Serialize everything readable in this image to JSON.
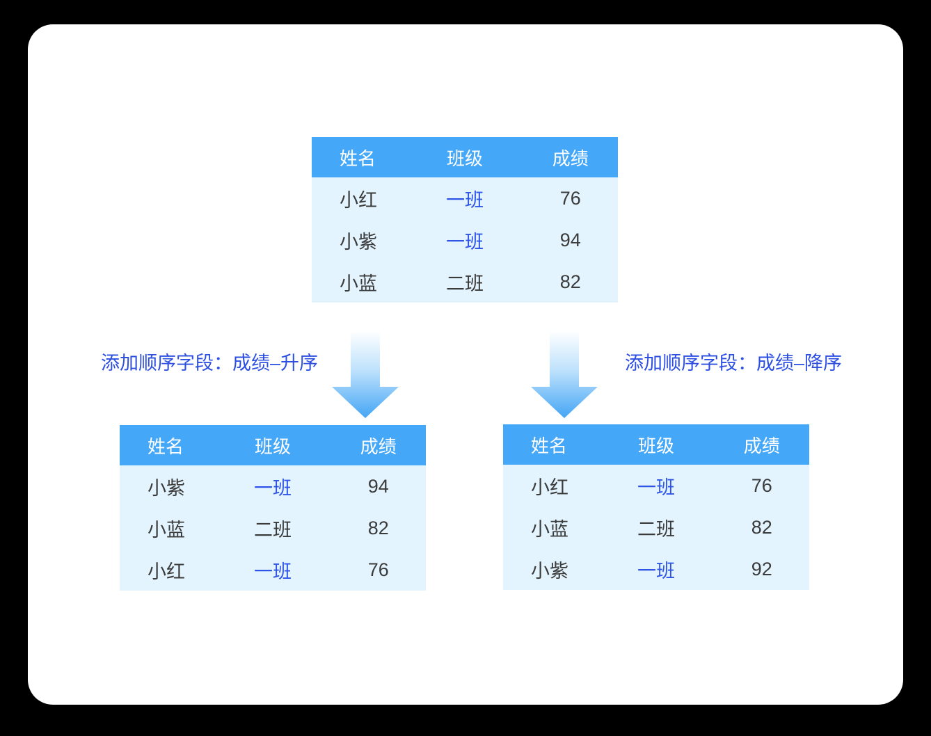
{
  "colors": {
    "page_bg": "#000000",
    "card_bg": "#ffffff",
    "header_bg": "#45a7f8",
    "body_bg": "#e3f4fe",
    "header_text": "#ffffff",
    "body_text": "#3b3b3b",
    "link_blue": "#2f55e8",
    "label_blue": "#2c4fe2",
    "arrow_gradient_top": "#ffffff",
    "arrow_gradient_mid": "#bfe2fc",
    "arrow_gradient_bottom": "#44a5f5"
  },
  "labels": {
    "ascending": "添加顺序字段：成绩–升序",
    "descending": "添加顺序字段：成绩–降序"
  },
  "tables": {
    "original": {
      "headers": [
        "姓名",
        "班级",
        "成绩"
      ],
      "rows": [
        {
          "cells": [
            {
              "text": "小红",
              "highlight": false
            },
            {
              "text": "一班",
              "highlight": true
            },
            {
              "text": "76",
              "highlight": false
            }
          ]
        },
        {
          "cells": [
            {
              "text": "小紫",
              "highlight": false
            },
            {
              "text": "一班",
              "highlight": true
            },
            {
              "text": "94",
              "highlight": false
            }
          ]
        },
        {
          "cells": [
            {
              "text": "小蓝",
              "highlight": false
            },
            {
              "text": "二班",
              "highlight": false
            },
            {
              "text": "82",
              "highlight": false
            }
          ]
        }
      ]
    },
    "ascending": {
      "headers": [
        "姓名",
        "班级",
        "成绩"
      ],
      "rows": [
        {
          "cells": [
            {
              "text": "小紫",
              "highlight": false
            },
            {
              "text": "一班",
              "highlight": true
            },
            {
              "text": "94",
              "highlight": false
            }
          ]
        },
        {
          "cells": [
            {
              "text": "小蓝",
              "highlight": false
            },
            {
              "text": "二班",
              "highlight": false
            },
            {
              "text": "82",
              "highlight": false
            }
          ]
        },
        {
          "cells": [
            {
              "text": "小红",
              "highlight": false
            },
            {
              "text": "一班",
              "highlight": true
            },
            {
              "text": "76",
              "highlight": false
            }
          ]
        }
      ]
    },
    "descending": {
      "headers": [
        "姓名",
        "班级",
        "成绩"
      ],
      "rows": [
        {
          "cells": [
            {
              "text": "小红",
              "highlight": false
            },
            {
              "text": "一班",
              "highlight": true
            },
            {
              "text": "76",
              "highlight": false
            }
          ]
        },
        {
          "cells": [
            {
              "text": "小蓝",
              "highlight": false
            },
            {
              "text": "二班",
              "highlight": false
            },
            {
              "text": "82",
              "highlight": false
            }
          ]
        },
        {
          "cells": [
            {
              "text": "小紫",
              "highlight": false
            },
            {
              "text": "一班",
              "highlight": true
            },
            {
              "text": "92",
              "highlight": false
            }
          ]
        }
      ]
    }
  }
}
